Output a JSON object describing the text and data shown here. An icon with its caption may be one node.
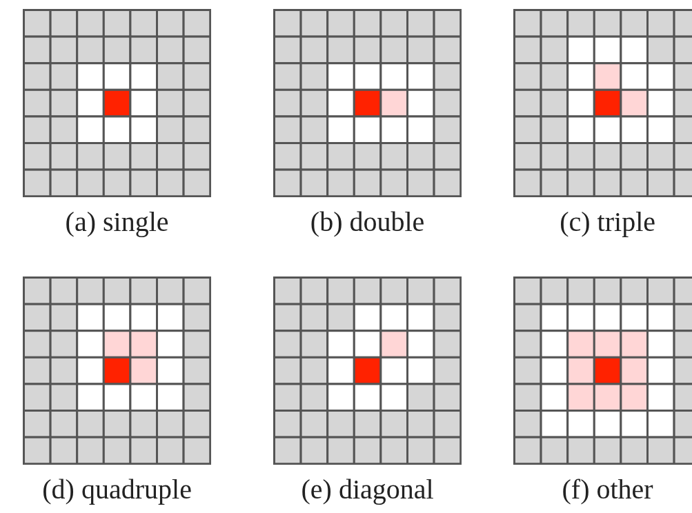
{
  "diagram": {
    "labels": [
      "(a) single",
      "(b) double",
      "(c) triple",
      "(d) quadruple",
      "(e) diagonal",
      "(f) other"
    ]
  }
}
